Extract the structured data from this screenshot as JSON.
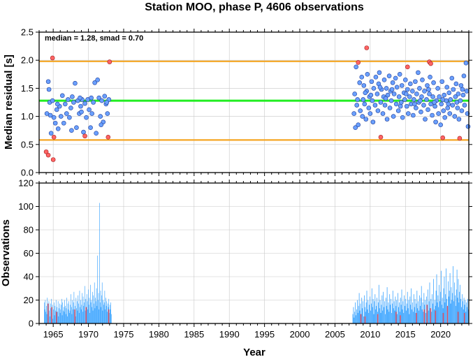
{
  "colors": {
    "median_line": "#22ee22",
    "bound_line": "#f5a623",
    "point_inlier": "#6aa0ff",
    "point_outlier": "#ff6464",
    "bar_inlier": "#2a9cff",
    "bar_outlier": "#e05060",
    "grid": "#c8c8c8"
  },
  "chart_data": [
    {
      "type": "scatter",
      "title": "Station MOO, phase P, 4606 observations",
      "xlabel": "Year",
      "ylabel": "Median residual [s]",
      "annotation": "median = 1.28, smad = 0.70",
      "xlim": [
        1963.0,
        2024.0
      ],
      "ylim": [
        0.0,
        2.5
      ],
      "xticks": [
        1965,
        1970,
        1975,
        1980,
        1985,
        1990,
        1995,
        2000,
        2005,
        2010,
        2015,
        2020
      ],
      "yticks": [
        0.0,
        0.5,
        1.0,
        1.5,
        2.0,
        2.5
      ],
      "ytick_labels": [
        "0.0",
        "0.5",
        "1.0",
        "1.5",
        "2.0",
        "2.5"
      ],
      "grid": true,
      "hlines": [
        {
          "role": "median",
          "y": 1.28
        },
        {
          "role": "upper",
          "y": 1.98
        },
        {
          "role": "lower",
          "y": 0.58
        }
      ],
      "inliers": [
        [
          1964.1,
          1.05
        ],
        [
          1964.3,
          1.62
        ],
        [
          1964.4,
          1.48
        ],
        [
          1964.5,
          1.25
        ],
        [
          1964.6,
          1.02
        ],
        [
          1964.7,
          0.7
        ],
        [
          1964.9,
          1.28
        ],
        [
          1965.1,
          0.98
        ],
        [
          1965.3,
          0.88
        ],
        [
          1965.5,
          1.12
        ],
        [
          1965.7,
          0.78
        ],
        [
          1965.9,
          1.18
        ],
        [
          1966.1,
          1.0
        ],
        [
          1966.3,
          1.37
        ],
        [
          1966.5,
          0.88
        ],
        [
          1966.7,
          1.22
        ],
        [
          1966.9,
          1.05
        ],
        [
          1967.1,
          1.3
        ],
        [
          1967.3,
          0.98
        ],
        [
          1967.5,
          1.15
        ],
        [
          1967.7,
          1.35
        ],
        [
          1967.9,
          1.25
        ],
        [
          1968.1,
          1.59
        ],
        [
          1968.3,
          0.8
        ],
        [
          1968.5,
          1.28
        ],
        [
          1968.7,
          1.05
        ],
        [
          1968.9,
          1.18
        ],
        [
          1969.1,
          1.3
        ],
        [
          1969.3,
          0.72
        ],
        [
          1969.5,
          1.23
        ],
        [
          1969.7,
          0.98
        ],
        [
          1969.9,
          1.3
        ],
        [
          1970.1,
          1.12
        ],
        [
          1970.3,
          0.8
        ],
        [
          1970.5,
          1.05
        ],
        [
          1970.7,
          1.25
        ],
        [
          1970.9,
          1.6
        ],
        [
          1971.1,
          0.7
        ],
        [
          1971.3,
          1.65
        ],
        [
          1971.5,
          1.33
        ],
        [
          1971.7,
          1.0
        ],
        [
          1971.9,
          1.28
        ],
        [
          1972.1,
          0.9
        ],
        [
          1972.3,
          1.36
        ],
        [
          1972.5,
          1.22
        ],
        [
          1972.7,
          1.05
        ],
        [
          1972.9,
          1.3
        ],
        [
          1971.8,
          0.85
        ],
        [
          1967.6,
          0.75
        ],
        [
          1969.0,
          1.08
        ],
        [
          1965.6,
          1.22
        ],
        [
          1968.8,
          1.33
        ],
        [
          1970.4,
          1.33
        ],
        [
          1972.6,
          1.25
        ],
        [
          2007.7,
          1.05
        ],
        [
          2007.8,
          1.4
        ],
        [
          2007.9,
          0.8
        ],
        [
          2008.0,
          1.88
        ],
        [
          2008.1,
          1.2
        ],
        [
          2008.3,
          0.85
        ],
        [
          2008.5,
          1.6
        ],
        [
          2008.6,
          1.1
        ],
        [
          2008.8,
          1.7
        ],
        [
          2008.9,
          1.0
        ],
        [
          2009.0,
          1.3
        ],
        [
          2009.1,
          1.55
        ],
        [
          2009.2,
          1.22
        ],
        [
          2009.4,
          0.95
        ],
        [
          2009.5,
          1.45
        ],
        [
          2009.6,
          1.75
        ],
        [
          2009.8,
          1.15
        ],
        [
          2009.9,
          1.35
        ],
        [
          2010.0,
          1.05
        ],
        [
          2010.2,
          1.62
        ],
        [
          2010.3,
          1.28
        ],
        [
          2010.4,
          0.9
        ],
        [
          2010.5,
          1.5
        ],
        [
          2010.7,
          1.2
        ],
        [
          2010.8,
          1.7
        ],
        [
          2011.0,
          1.4
        ],
        [
          2011.1,
          1.1
        ],
        [
          2011.2,
          1.58
        ],
        [
          2011.3,
          1.78
        ],
        [
          2011.5,
          1.25
        ],
        [
          2011.6,
          1.48
        ],
        [
          2011.8,
          1.05
        ],
        [
          2011.9,
          1.35
        ],
        [
          2012.0,
          1.65
        ],
        [
          2012.1,
          1.2
        ],
        [
          2012.3,
          1.5
        ],
        [
          2012.4,
          0.95
        ],
        [
          2012.5,
          1.38
        ],
        [
          2012.7,
          1.72
        ],
        [
          2012.8,
          1.15
        ],
        [
          2012.9,
          1.45
        ],
        [
          2013.0,
          1.28
        ],
        [
          2013.2,
          1.6
        ],
        [
          2013.3,
          1.0
        ],
        [
          2013.4,
          1.4
        ],
        [
          2013.6,
          1.68
        ],
        [
          2013.7,
          1.22
        ],
        [
          2013.8,
          1.52
        ],
        [
          2014.0,
          1.1
        ],
        [
          2014.1,
          1.35
        ],
        [
          2014.2,
          1.75
        ],
        [
          2014.4,
          1.25
        ],
        [
          2014.5,
          1.55
        ],
        [
          2014.6,
          0.98
        ],
        [
          2014.8,
          1.42
        ],
        [
          2014.9,
          1.3
        ],
        [
          2015.0,
          1.65
        ],
        [
          2015.2,
          1.18
        ],
        [
          2015.3,
          1.48
        ],
        [
          2015.4,
          1.05
        ],
        [
          2015.6,
          1.35
        ],
        [
          2015.7,
          1.58
        ],
        [
          2015.8,
          1.22
        ],
        [
          2016.0,
          1.45
        ],
        [
          2016.1,
          1.02
        ],
        [
          2016.2,
          1.3
        ],
        [
          2016.4,
          1.62
        ],
        [
          2016.5,
          1.15
        ],
        [
          2016.6,
          1.4
        ],
        [
          2016.8,
          1.78
        ],
        [
          2016.9,
          1.25
        ],
        [
          2017.0,
          1.5
        ],
        [
          2017.2,
          1.08
        ],
        [
          2017.3,
          1.35
        ],
        [
          2017.4,
          1.65
        ],
        [
          2017.6,
          1.2
        ],
        [
          2017.7,
          1.45
        ],
        [
          2017.8,
          0.95
        ],
        [
          2018.0,
          1.3
        ],
        [
          2018.1,
          1.55
        ],
        [
          2018.2,
          1.12
        ],
        [
          2018.4,
          1.4
        ],
        [
          2018.5,
          1.7
        ],
        [
          2018.6,
          1.22
        ],
        [
          2018.8,
          1.02
        ],
        [
          2018.9,
          1.35
        ],
        [
          2019.0,
          1.6
        ],
        [
          2019.2,
          1.18
        ],
        [
          2019.3,
          0.9
        ],
        [
          2019.4,
          1.28
        ],
        [
          2019.6,
          1.5
        ],
        [
          2019.7,
          1.05
        ],
        [
          2019.8,
          1.35
        ],
        [
          2020.0,
          0.85
        ],
        [
          2020.1,
          1.22
        ],
        [
          2020.2,
          1.62
        ],
        [
          2020.4,
          1.1
        ],
        [
          2020.5,
          1.38
        ],
        [
          2020.6,
          0.98
        ],
        [
          2020.8,
          1.28
        ],
        [
          2020.9,
          1.52
        ],
        [
          2021.0,
          1.15
        ],
        [
          2021.2,
          1.42
        ],
        [
          2021.3,
          1.05
        ],
        [
          2021.4,
          1.3
        ],
        [
          2021.6,
          1.68
        ],
        [
          2021.7,
          1.2
        ],
        [
          2021.8,
          1.48
        ],
        [
          2022.0,
          1.0
        ],
        [
          2022.1,
          1.35
        ],
        [
          2022.2,
          1.58
        ],
        [
          2022.4,
          1.15
        ],
        [
          2022.5,
          1.4
        ],
        [
          2022.6,
          0.95
        ],
        [
          2022.8,
          1.28
        ],
        [
          2022.9,
          1.55
        ],
        [
          2023.0,
          1.1
        ],
        [
          2023.2,
          1.38
        ],
        [
          2023.3,
          1.72
        ],
        [
          2023.4,
          1.2
        ],
        [
          2023.6,
          1.95
        ],
        [
          2023.7,
          1.45
        ],
        [
          2023.8,
          1.05
        ],
        [
          2023.9,
          0.82
        ],
        [
          2008.2,
          1.3
        ],
        [
          2009.3,
          1.42
        ],
        [
          2010.1,
          1.38
        ],
        [
          2011.4,
          1.52
        ],
        [
          2012.2,
          1.32
        ],
        [
          2013.1,
          1.48
        ],
        [
          2014.3,
          1.18
        ],
        [
          2015.1,
          1.4
        ],
        [
          2016.3,
          1.22
        ],
        [
          2017.1,
          1.28
        ],
        [
          2018.3,
          1.48
        ],
        [
          2019.1,
          1.25
        ],
        [
          2020.3,
          1.3
        ],
        [
          2021.1,
          1.22
        ],
        [
          2022.3,
          1.25
        ],
        [
          2023.1,
          1.48
        ]
      ],
      "outliers": [
        [
          1964.0,
          0.37
        ],
        [
          1964.3,
          0.31
        ],
        [
          1964.9,
          2.04
        ],
        [
          1965.0,
          0.23
        ],
        [
          1965.1,
          0.63
        ],
        [
          1969.5,
          0.65
        ],
        [
          1972.8,
          0.63
        ],
        [
          1973.0,
          1.97
        ],
        [
          2008.3,
          1.96
        ],
        [
          2009.5,
          2.22
        ],
        [
          2011.5,
          0.63
        ],
        [
          2015.3,
          1.88
        ],
        [
          2018.4,
          1.97
        ],
        [
          2018.6,
          1.94
        ],
        [
          2020.3,
          0.62
        ],
        [
          2022.7,
          0.61
        ]
      ]
    },
    {
      "type": "bar",
      "xlabel": "Year",
      "ylabel": "Observations",
      "xlim": [
        1963.0,
        2024.0
      ],
      "ylim": [
        0,
        120
      ],
      "xticks": [
        1965,
        1970,
        1975,
        1980,
        1985,
        1990,
        1995,
        2000,
        2005,
        2010,
        2015,
        2020
      ],
      "yticks": [
        0,
        20,
        40,
        60,
        80,
        100,
        120
      ],
      "grid": true,
      "segments": [
        {
          "start": 1963.7,
          "end": 1973.3,
          "values": [
            18,
            12,
            20,
            10,
            15,
            8,
            22,
            5,
            14,
            19,
            11,
            6,
            17,
            13,
            21,
            9,
            16,
            4,
            12,
            18,
            7,
            15,
            11,
            20,
            8,
            14,
            10,
            19,
            6,
            13,
            17,
            9,
            12,
            16,
            21,
            7,
            18,
            11,
            14,
            10,
            20,
            15,
            8,
            13,
            22,
            6,
            17,
            12,
            19,
            9,
            11,
            16,
            25,
            14,
            8,
            20,
            12,
            18,
            27,
            10,
            15,
            6,
            22,
            13,
            19,
            11,
            24,
            17,
            9,
            28,
            14,
            20,
            12,
            16,
            26,
            10,
            23,
            15,
            18,
            32,
            11,
            21,
            14,
            25,
            19,
            12,
            29,
            16,
            22,
            9,
            33,
            18,
            20,
            14,
            27,
            11,
            24,
            17,
            35,
            13,
            22,
            19,
            30,
            15,
            58,
            20,
            26,
            12,
            103,
            18,
            28,
            14,
            24,
            35,
            11,
            20,
            16,
            18,
            28,
            12,
            22,
            15,
            19,
            10,
            17,
            14,
            21,
            9,
            16,
            12,
            18,
            8
          ]
        },
        {
          "start": 2007.5,
          "end": 2024.0,
          "values": [
            8,
            14,
            5,
            10,
            18,
            7,
            12,
            20,
            9,
            15,
            26,
            11,
            17,
            8,
            22,
            13,
            19,
            6,
            24,
            14,
            10,
            18,
            28,
            12,
            20,
            9,
            16,
            23,
            11,
            17,
            30,
            14,
            21,
            8,
            19,
            25,
            12,
            15,
            22,
            10,
            18,
            33,
            13,
            20,
            9,
            16,
            24,
            11,
            27,
            14,
            19,
            8,
            22,
            15,
            31,
            12,
            18,
            10,
            25,
            16,
            21,
            9,
            17,
            28,
            13,
            19,
            11,
            23,
            15,
            20,
            8,
            26,
            14,
            18,
            10,
            22,
            16,
            29,
            12,
            19,
            9,
            24,
            15,
            21,
            11,
            17,
            27,
            13,
            20,
            8,
            23,
            16,
            30,
            12,
            18,
            10,
            25,
            14,
            21,
            9,
            17,
            28,
            13,
            19,
            11,
            24,
            15,
            22,
            32,
            12,
            18,
            10,
            26,
            16,
            20,
            9,
            23,
            14,
            29,
            11,
            19,
            35,
            13,
            21,
            10,
            25,
            17,
            38,
            12,
            20,
            15,
            28,
            42,
            18,
            24,
            14,
            33,
            19,
            27,
            45,
            16,
            22,
            13,
            30,
            40,
            18,
            25,
            47,
            21,
            15,
            36,
            23,
            28,
            43,
            17,
            31,
            20,
            26,
            49,
            19,
            35,
            24,
            15,
            29,
            46,
            22,
            38,
            18,
            27,
            33,
            21,
            14,
            25,
            19,
            12,
            22,
            16,
            20,
            10,
            18,
            14,
            21,
            12
          ]
        }
      ],
      "outlier_bars": [
        [
          1964.2,
          17
        ],
        [
          1964.7,
          14
        ],
        [
          1965.4,
          10
        ],
        [
          1968.0,
          12
        ],
        [
          1969.6,
          14
        ],
        [
          1972.8,
          12
        ],
        [
          2008.6,
          8
        ],
        [
          2009.2,
          6
        ],
        [
          2011.0,
          8
        ],
        [
          2013.6,
          10
        ],
        [
          2014.2,
          7
        ],
        [
          2016.5,
          9
        ],
        [
          2017.6,
          12
        ],
        [
          2018.0,
          16
        ],
        [
          2018.5,
          13
        ],
        [
          2019.2,
          11
        ],
        [
          2020.3,
          9
        ],
        [
          2020.9,
          15
        ],
        [
          2022.4,
          10
        ],
        [
          2023.3,
          9
        ]
      ]
    }
  ]
}
